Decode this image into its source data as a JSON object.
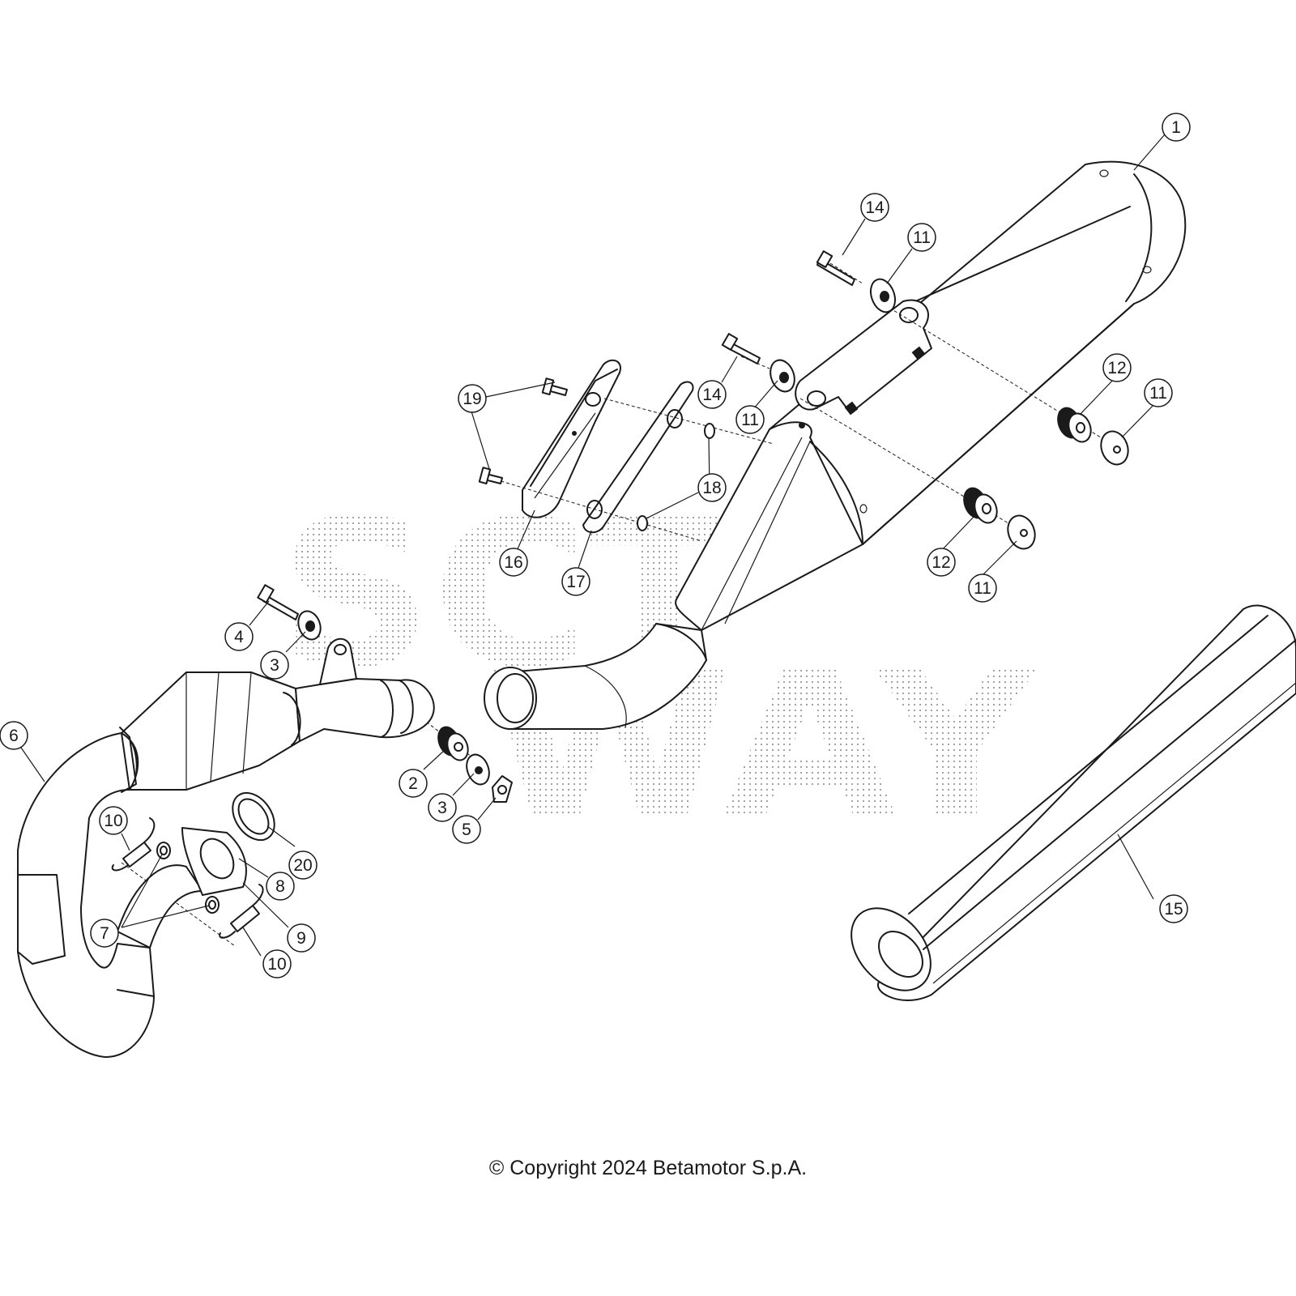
{
  "watermark": {
    "line1": "SCT",
    "line2": "WAY"
  },
  "copyright": "© Copyright 2024 Betamotor S.p.A.",
  "callouts": [
    {
      "id": "c1",
      "label": "1"
    },
    {
      "id": "c14a",
      "label": "14"
    },
    {
      "id": "c11a",
      "label": "11"
    },
    {
      "id": "c14b",
      "label": "14"
    },
    {
      "id": "c11b",
      "label": "11"
    },
    {
      "id": "c12a",
      "label": "12"
    },
    {
      "id": "c11c",
      "label": "11"
    },
    {
      "id": "c12b",
      "label": "12"
    },
    {
      "id": "c11d",
      "label": "11"
    },
    {
      "id": "c19",
      "label": "19"
    },
    {
      "id": "c18",
      "label": "18"
    },
    {
      "id": "c16",
      "label": "16"
    },
    {
      "id": "c17",
      "label": "17"
    },
    {
      "id": "c4",
      "label": "4"
    },
    {
      "id": "c3a",
      "label": "3"
    },
    {
      "id": "c6",
      "label": "6"
    },
    {
      "id": "c2",
      "label": "2"
    },
    {
      "id": "c3b",
      "label": "3"
    },
    {
      "id": "c5",
      "label": "5"
    },
    {
      "id": "c10a",
      "label": "10"
    },
    {
      "id": "c20",
      "label": "20"
    },
    {
      "id": "c8",
      "label": "8"
    },
    {
      "id": "c7",
      "label": "7"
    },
    {
      "id": "c9",
      "label": "9"
    },
    {
      "id": "c10b",
      "label": "10"
    },
    {
      "id": "c15",
      "label": "15"
    }
  ]
}
